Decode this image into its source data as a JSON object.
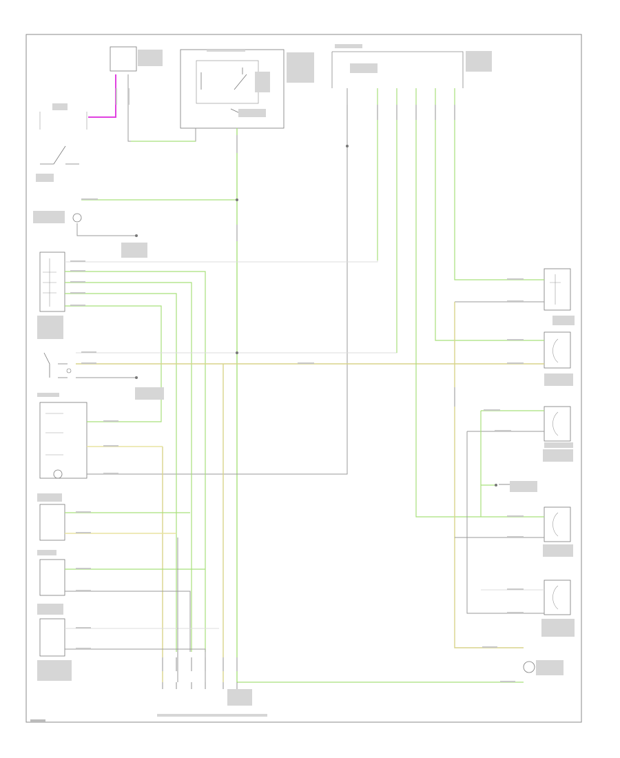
{
  "diagram": {
    "page_code": "",
    "colors": {
      "frame": "#8a8a8a",
      "gray_wire": "#9a9a9a",
      "green_wire": "#a8e07a",
      "yellow_wire": "#d8d48a",
      "pink_wire": "#e040e0",
      "component": "#777777"
    },
    "wire_codes": {
      "ltgrn": "",
      "blkylw": "",
      "pnk": ""
    },
    "components": [
      {
        "id": "fuse-block",
        "label": ""
      },
      {
        "id": "ignition-relay",
        "label": ""
      },
      {
        "id": "pcm",
        "label": ""
      },
      {
        "id": "tail-lamp-relay",
        "label": ""
      },
      {
        "id": "instrument-panel-light",
        "label": ""
      },
      {
        "id": "instrument-cluster",
        "label": ""
      },
      {
        "id": "switch-panel",
        "label": ""
      },
      {
        "id": "transaxle-range",
        "label": ""
      },
      {
        "id": "overdrive-indicator",
        "label": ""
      },
      {
        "id": "tail-light",
        "label": ""
      },
      {
        "id": "engine-light",
        "label": ""
      },
      {
        "id": "shift-indicator",
        "label": ""
      },
      {
        "id": "sensor-right-1",
        "label": ""
      },
      {
        "id": "sensor-right-2",
        "label": ""
      },
      {
        "id": "sensor-right-3",
        "label": ""
      },
      {
        "id": "sensor-right-4",
        "label": ""
      },
      {
        "id": "sensor-right-5",
        "label": ""
      },
      {
        "id": "lamp-bottom-right",
        "label": ""
      },
      {
        "id": "bottom-connector",
        "label": ""
      }
    ]
  }
}
